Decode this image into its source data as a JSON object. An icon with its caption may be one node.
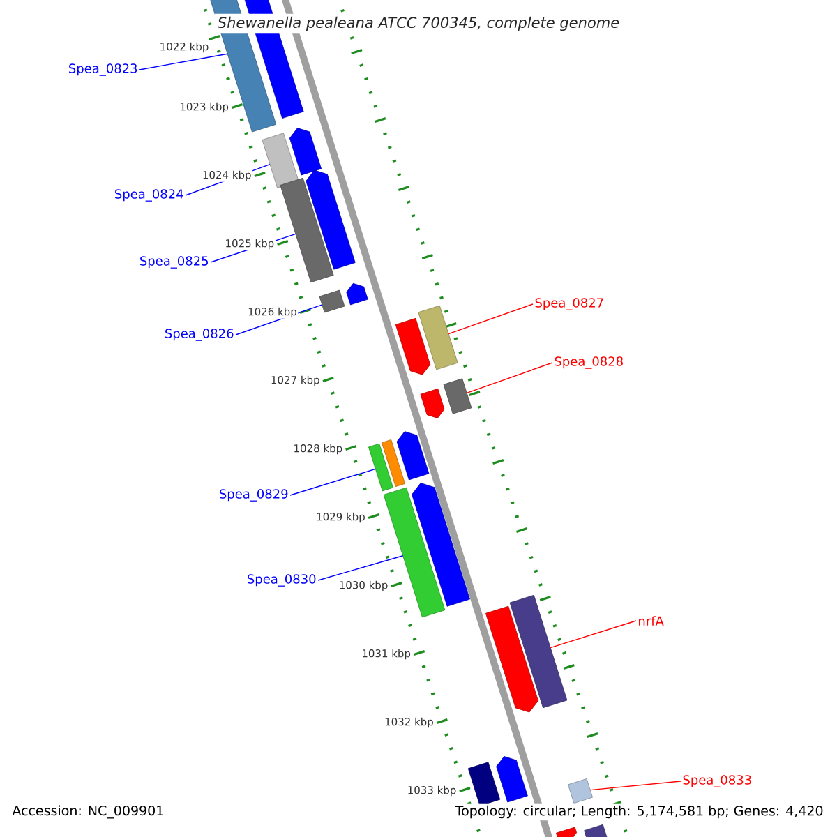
{
  "diagram": {
    "title": "Shewanella pealeana ATCC 700345, complete genome",
    "nodes": [
      {
        "text": [
          "Spea_0823"
        ]
      },
      {
        "text": [
          "Spea_0824"
        ]
      },
      {
        "text": [
          "Spea_0825"
        ]
      },
      {
        "text": [
          "Spea_0827"
        ]
      },
      {
        "text": [
          "Spea_0826"
        ]
      },
      {
        "text": [
          "Spea_0828"
        ]
      },
      {
        "text": [
          "Spea_0829"
        ]
      },
      {
        "text": [
          "Spea_0830"
        ]
      },
      {
        "text": [
          "nrfA"
        ]
      },
      {
        "text": [
          "Spea_0833"
        ]
      },
      {
        "text": [],
        "shape": "bar"
      },
      {
        "text": [],
        "shape": "bar"
      },
      {
        "text": [],
        "shape": "bar"
      },
      {
        "text": [],
        "shape": "bar"
      },
      {
        "text": [],
        "shape": "bar"
      },
      {
        "text": [],
        "shape": "bar"
      },
      {
        "text": [],
        "shape": "bar"
      },
      {
        "text": [],
        "shape": "bar"
      },
      {
        "text": [],
        "shape": "bar"
      },
      {
        "text": [],
        "shape": "bar"
      },
      {
        "text": [],
        "shape": "bar"
      },
      {
        "text": [],
        "shape": "bar"
      },
      {
        "text": [],
        "shape": "bar"
      },
      {
        "text": [],
        "shape": "bar"
      },
      {
        "text": [],
        "shape": "bar"
      },
      {
        "text": [],
        "shape": "bar"
      },
      {
        "text": [],
        "shape": "bar"
      },
      {
        "text": [],
        "shape": "bar"
      },
      {
        "text": [],
        "shape": "bar"
      },
      {
        "text": [],
        "shape": "bar"
      },
      {
        "text": [],
        "shape": "bar"
      },
      {
        "text": [],
        "shape": "bar"
      },
      {
        "text": [],
        "shape": "bar"
      },
      {
        "text": [],
        "shape": "bar"
      }
    ],
    "edges": [
      {
        "from": 0,
        "to": 11,
        "arrow": "none"
      },
      {
        "from": 1,
        "to": 13,
        "arrow": "none"
      },
      {
        "from": 2,
        "to": 15,
        "arrow": "none"
      },
      {
        "from": 3,
        "to": 18,
        "arrow": "none",
        "color": "#ff0000"
      },
      {
        "from": 4,
        "to": 17,
        "arrow": "none"
      },
      {
        "from": 5,
        "to": 20,
        "arrow": "none",
        "color": "#ff0000"
      },
      {
        "from": 6,
        "to": 24,
        "arrow": "none"
      },
      {
        "from": 7,
        "to": 26,
        "arrow": "none"
      },
      {
        "from": 8,
        "to": 27,
        "arrow": "none",
        "color": "#ff0000"
      },
      {
        "from": 9,
        "to": 31,
        "arrow": "none",
        "color": "#ff0000"
      }
    ],
    "labels": [
      "1022 kbp",
      "1023 kbp",
      "1024 kbp",
      "1025 kbp",
      "1026 kbp",
      "1027 kbp",
      "1028 kbp",
      "1029 kbp",
      "1030 kbp",
      "1031 kbp",
      "1032 kbp",
      "1033 kbp",
      "Accession: NC_009901",
      "Topology: circular; Length: 5,174,581 bp; Genes: 4,420"
    ]
  }
}
